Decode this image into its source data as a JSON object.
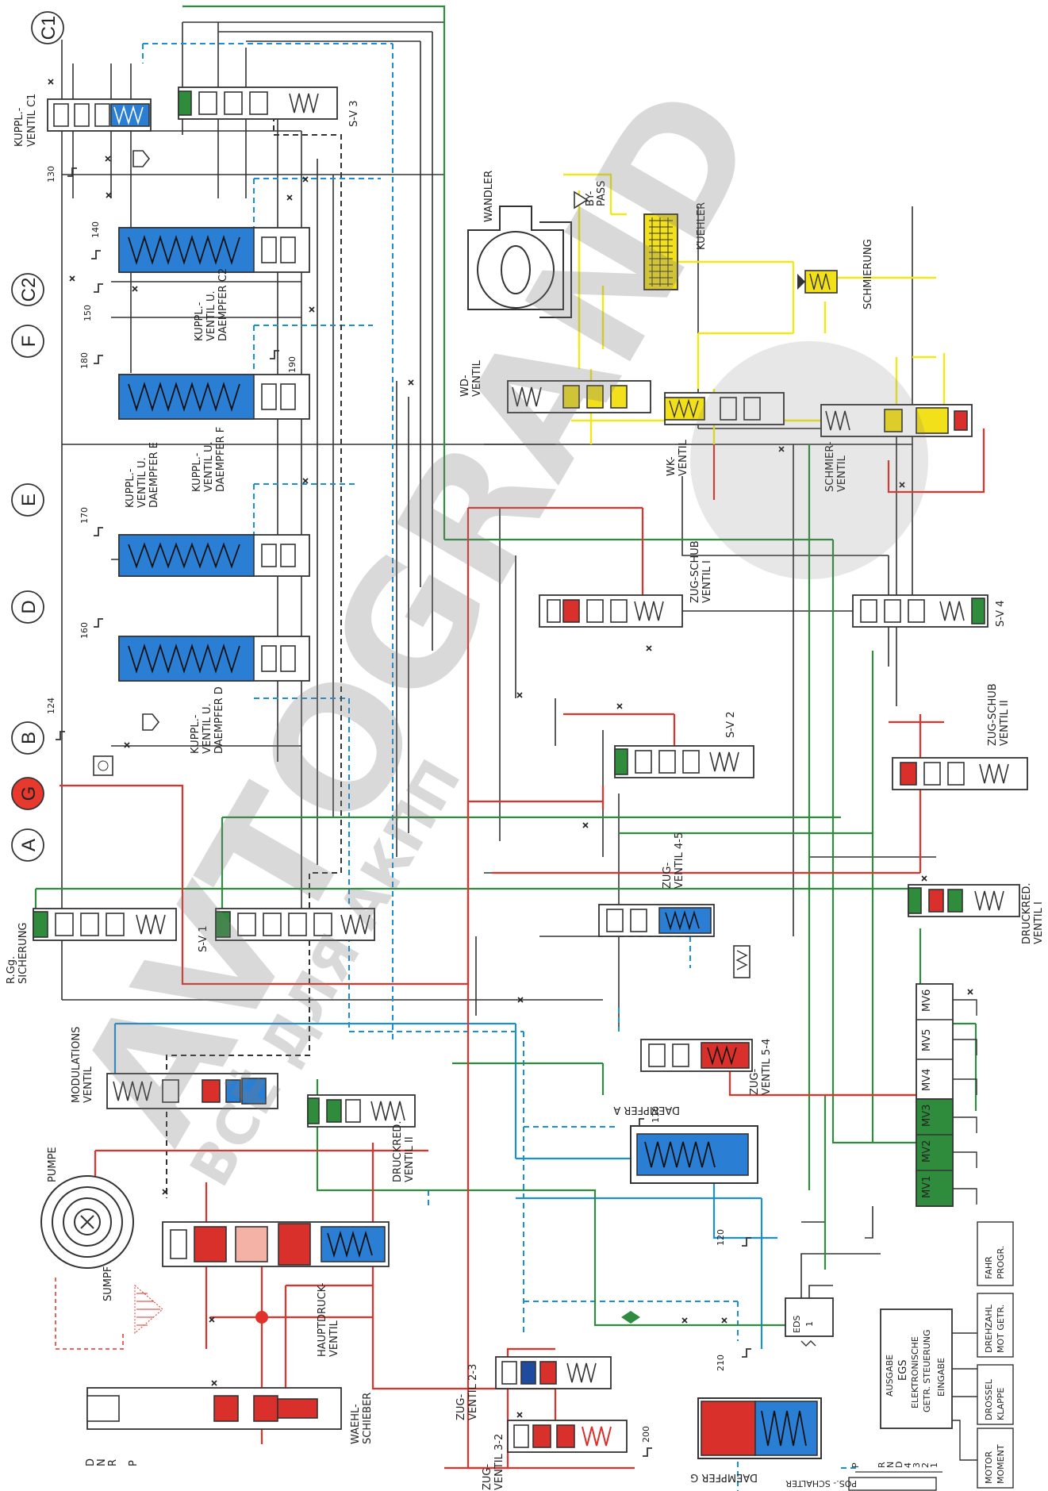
{
  "colors": {
    "line_black": "#333333",
    "line_blue": "#1a8fd6",
    "line_green": "#2e8b3f",
    "line_red": "#e0322a",
    "line_yellow": "#f1e81a",
    "spool_blue": "#2a7fd4",
    "spool_green": "#2f8c3c",
    "spool_red": "#d9302b",
    "spool_yellow": "#f2e01a",
    "port_g_fill": "#e8392f"
  },
  "ports": [
    "C1",
    "C2",
    "F",
    "E",
    "D",
    "B",
    "G",
    "A"
  ],
  "orifices": {
    "o130": "130",
    "o140": "140",
    "o150": "150",
    "o180": "180",
    "o190": "190",
    "o170": "170",
    "o160": "160",
    "o124": "124",
    "o110": "110",
    "o120": "120",
    "o210": "210",
    "o200": "200"
  },
  "valves": {
    "kuppl_c1": [
      "KUPPL.-",
      "VENTIL C1"
    ],
    "sv3": "S-V 3",
    "kuppl_c2": [
      "KUPPL.-",
      "VENTIL U.",
      "DAEMPFER C2"
    ],
    "kuppl_f": [
      "KUPPL.-",
      "VENTIL U.",
      "DAEMPFER F"
    ],
    "kuppl_e": [
      "KUPPL.-",
      "VENTIL U.",
      "DAEMPFER E"
    ],
    "kuppl_d": [
      "KUPPL.-",
      "VENTIL U.",
      "DAEMPFER D"
    ],
    "rgg": [
      "R.Gg.",
      "SICHERUNG"
    ],
    "sv1": "S-V 1",
    "modulation": [
      "MODULATIONS",
      "VENTIL"
    ],
    "druckred2": [
      "DRUCKRED.",
      "VENTIL II"
    ],
    "pumpe": "PUMPE",
    "sumpf": "SUMPF",
    "hauptdruck": [
      "HAUPTDRUCK-",
      "VENTIL"
    ],
    "waehl": [
      "WAEHL-",
      "SCHIEBER"
    ],
    "wandler": "WANDLER",
    "bypass": [
      "BY-",
      "PASS"
    ],
    "kuehler": "KUEHLER",
    "schmierung": "SCHMIERUNG",
    "wd": [
      "WD-",
      "VENTIL"
    ],
    "wk": [
      "WK-",
      "VENTIL"
    ],
    "schmier": [
      "SCHMIER-",
      "VENTIL"
    ],
    "zugschub1": [
      "ZUG-SCHUB",
      "VENTIL I"
    ],
    "sv4": "S-V 4",
    "sv2": "S-V 2",
    "zugschub2": [
      "ZUG-SCHUB",
      "VENTIL II"
    ],
    "zug45": [
      "ZUG-",
      "VENTIL 4-5"
    ],
    "druckred1": [
      "DRUCKRED.",
      "VENTIL I"
    ],
    "zug54": [
      "ZUG-",
      "VENTIL 5-4"
    ],
    "daempfer_a": "DAEMPFER A",
    "zug23": [
      "ZUG-",
      "VENTIL 2-3"
    ],
    "zug32": [
      "ZUG-",
      "VENTIL 3-2"
    ],
    "daempfer_g": "DAEMPFER G",
    "eds": [
      "EDS",
      "1"
    ]
  },
  "solenoids": [
    "MV6",
    "MV5",
    "MV4",
    "MV3",
    "MV2",
    "MV1"
  ],
  "egs": {
    "title": [
      "AUSGABE",
      "EGS",
      "ELEKTRONISCHE",
      "GETR. STEUERUNG",
      "EINGABE"
    ],
    "inputs": [
      [
        "MOTOR",
        "MOMENT"
      ],
      [
        "DROSSEL",
        "KLAPPE"
      ],
      [
        "DREHZAHL",
        "MOT  GETR."
      ],
      [
        "FAHR",
        "PROGR."
      ]
    ]
  },
  "pos_schalter": {
    "label": "POS.- SCHALTER",
    "positions": [
      "P",
      "R",
      "N",
      "D",
      "4",
      "3",
      "2",
      "1"
    ]
  },
  "selector_letters": [
    "D",
    "N",
    "R",
    "P"
  ],
  "watermark": {
    "main": "AVTOGRAND",
    "sub": "ВСЁ ДЛЯ АКПП"
  }
}
